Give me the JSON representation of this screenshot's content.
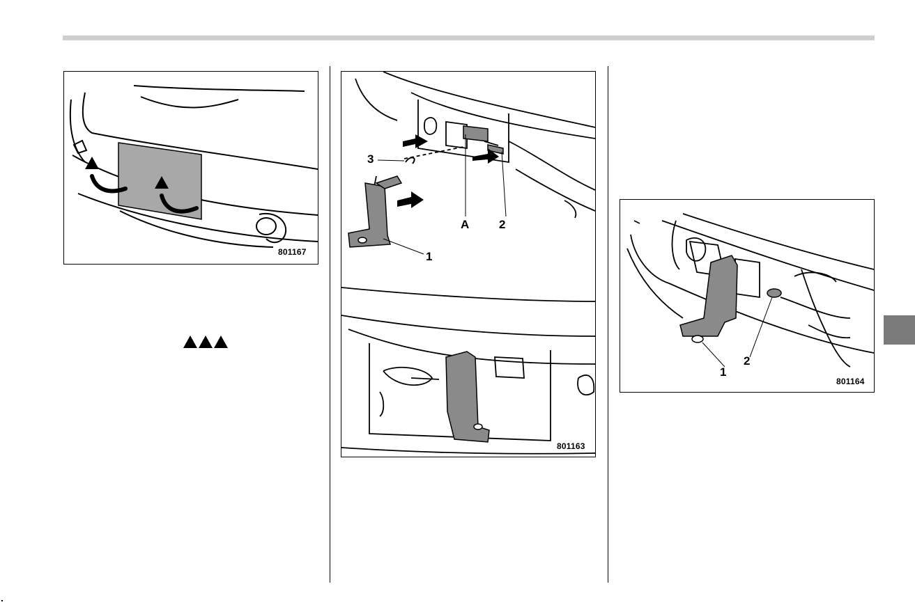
{
  "figures": [
    {
      "code": "801167"
    },
    {
      "code": "801163",
      "callouts": [
        "3",
        "A",
        "2",
        "1"
      ]
    },
    {
      "code": "801164",
      "callouts": [
        "1",
        "2"
      ]
    }
  ],
  "icons": {
    "warning_triangles": "warning-triangle-icon x3",
    "side_tab": "section-tab"
  },
  "colors": {
    "rule": "#cfcfcf",
    "tab": "#7a7a7a",
    "panel_fill": "#a8a8a8",
    "part_fill": "#8a8a8a"
  }
}
